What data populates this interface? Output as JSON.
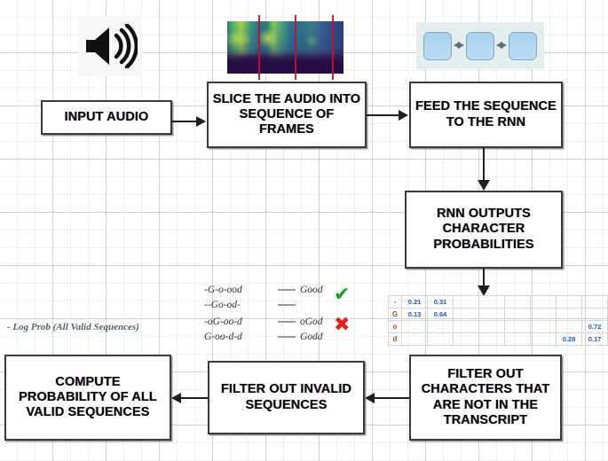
{
  "diagram": {
    "title": "CTC loss pipeline flowchart",
    "background": "#ffffff",
    "grid_color": "#e8e8e8"
  },
  "boxes": {
    "input_audio": "INPUT AUDIO",
    "slice_audio": "SLICE THE AUDIO INTO SEQUENCE OF FRAMES",
    "feed_rnn": "FEED THE SEQUENCE TO THE RNN",
    "rnn_outputs": "RNN OUTPUTS CHARACTER PROBABILITIES",
    "filter_characters": "FILTER OUT CHARACTERS THAT ARE NOT IN THE TRANSCRIPT",
    "filter_sequences": "FILTER OUT INVALID SEQUENCES",
    "compute_probability": "COMPUTE PROBABILITY OF ALL VALID SEQUENCES"
  },
  "icons": {
    "speaker": "speaker-icon",
    "spectrogram": "spectrogram-image",
    "rnn_chain": "rnn-chain-image",
    "check": "✔",
    "cross": "✖",
    "arrow_down": "▼"
  },
  "sequences": {
    "rows": [
      {
        "raw": "-G-o-ood",
        "collapsed": "Good",
        "valid": true
      },
      {
        "raw": "--Go-od-",
        "collapsed": "",
        "valid": true
      },
      {
        "raw": "-oG-oo-d",
        "collapsed": "oGod",
        "valid": false
      },
      {
        "raw": "G-oo-d-d",
        "collapsed": "Godd",
        "valid": false
      }
    ],
    "valid_mark": "✔",
    "invalid_mark": "✖",
    "valid_color": "#17a01a",
    "invalid_color": "#e02020"
  },
  "log_prob_label": "- Log Prob (All Valid Sequences)",
  "prob_table": {
    "row_labels": [
      "-",
      "G",
      "o",
      "d"
    ],
    "columns": 8,
    "cells": [
      [
        "0.21",
        "0.31",
        "…",
        "…",
        "",
        "",
        "",
        ""
      ],
      [
        "0.13",
        "0.64",
        "…",
        "",
        "",
        "",
        "",
        ""
      ],
      [
        "…",
        "…",
        "",
        "",
        "",
        "…",
        "…",
        "0.72"
      ],
      [
        "",
        "",
        "",
        "",
        "",
        "",
        "0.29",
        "0.17"
      ]
    ],
    "value_color": "#2255c4",
    "label_color": "#a0522d"
  },
  "colors": {
    "box_border": "#3a3a3a",
    "arrow": "#1f1f1f",
    "slice_line": "#c3122a",
    "rnn_node": "#a8d2f0"
  }
}
